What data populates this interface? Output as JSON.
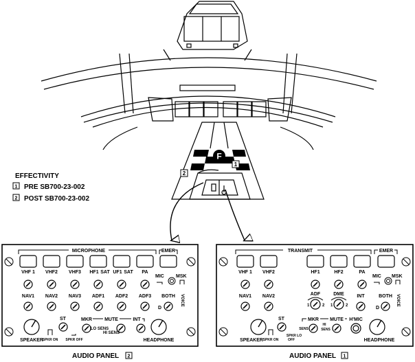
{
  "effectivity": {
    "title": "EFFECTIVITY",
    "items": [
      {
        "ref": "1",
        "text": "PRE SB700-23-002"
      },
      {
        "ref": "2",
        "text": "POST SB700-23-002"
      }
    ]
  },
  "cockpit": {
    "pedestal_marker": "F",
    "marker_ref_1": "1",
    "marker_ref_2": "2"
  },
  "panel_left": {
    "caption": "AUDIO PANEL",
    "caption_ref": "2",
    "group_microphone": "MICROPHONE",
    "group_emer": "EMER",
    "row1": [
      "VHF 1",
      "VHF2",
      "VHF3",
      "HF1",
      "SAT",
      "UF1",
      "SAT",
      "PA"
    ],
    "mic": "MIC",
    "msk": "MSK",
    "row2": [
      "NAV1",
      "NAV2",
      "NAV3",
      "ADF1",
      "ADF2",
      "ADF3",
      "BOTH"
    ],
    "d": "D",
    "voice": "VOICE",
    "speaker": "SPEAKER",
    "st": "ST",
    "spkr_on": "SPKR ON",
    "spkr_off": "SPKR OFF",
    "mkr": "MKR",
    "mute": "MUTE",
    "int": "INT",
    "lo_sens": "LO SENS",
    "hi_sens": "HI SENS",
    "headphone": "HEADPHONE"
  },
  "panel_right": {
    "caption": "AUDIO PANEL",
    "caption_ref": "1",
    "group_transmit": "TRANSMIT",
    "group_emer": "EMER",
    "row1": [
      "VHF 1",
      "VHF2",
      "HF1",
      "HF2",
      "PA"
    ],
    "mic": "MIC",
    "msk": "MSK",
    "row2": [
      "NAV1",
      "NAV2",
      "ADF",
      "DME",
      "INT",
      "BOTH"
    ],
    "adf_1": "1",
    "adf_2": "2",
    "dme_1": "1",
    "dme_2": "2",
    "d": "D",
    "voice": "VOICE",
    "speaker": "SPEAKER",
    "st": "ST",
    "spkr_on": "SPKR ON",
    "spkr_lo": "SPKR LO",
    "off": "OFF",
    "sens": "SENS",
    "hi": "HI",
    "mkr": "MKR",
    "mute": "MUTE",
    "hmic": "H'MIC",
    "headphone": "HEADPHONE"
  }
}
